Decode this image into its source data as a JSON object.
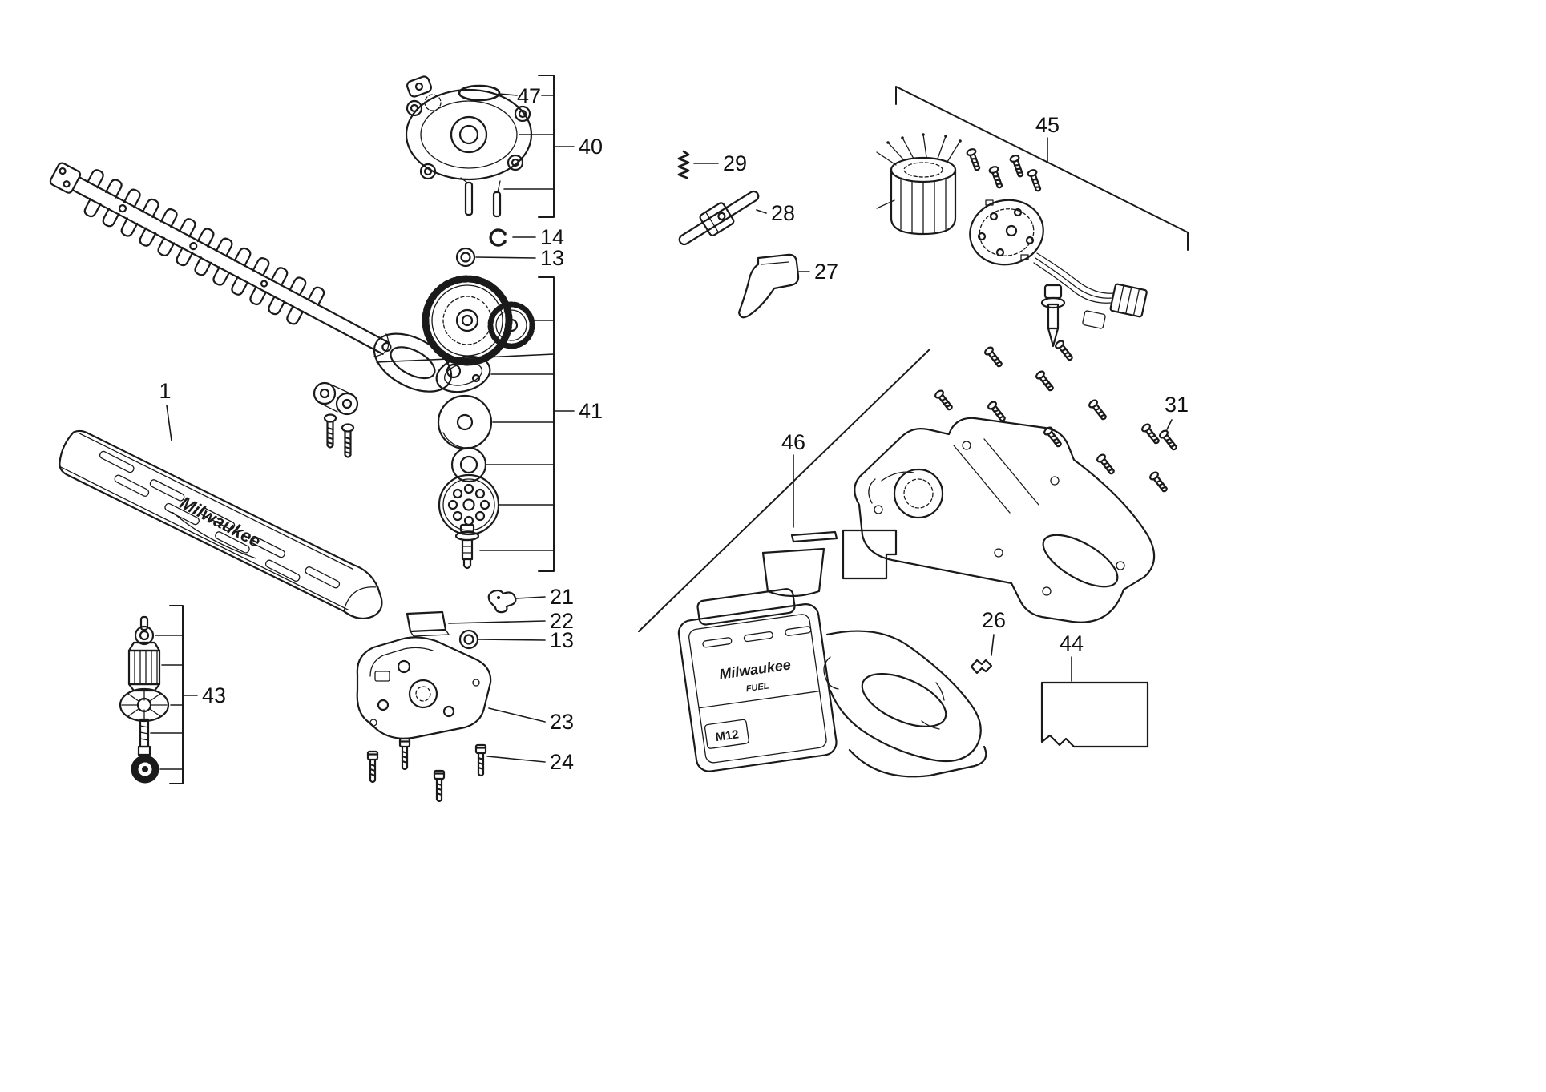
{
  "diagram": {
    "background": "#ffffff",
    "line_color": "#1a1a1a",
    "brand": {
      "name": "Milwaukee",
      "model": "M12",
      "series": "FUEL"
    },
    "callouts": {
      "p1": "1",
      "p13_upper": "13",
      "p13_lower": "13",
      "p14": "14",
      "p21": "21",
      "p22": "22",
      "p23": "23",
      "p24": "24",
      "p26": "26",
      "p27": "27",
      "p28": "28",
      "p29": "29",
      "p31": "31",
      "p40": "40",
      "p41": "41",
      "p43": "43",
      "p44": "44",
      "p45": "45",
      "p46": "46",
      "p47": "47"
    }
  }
}
